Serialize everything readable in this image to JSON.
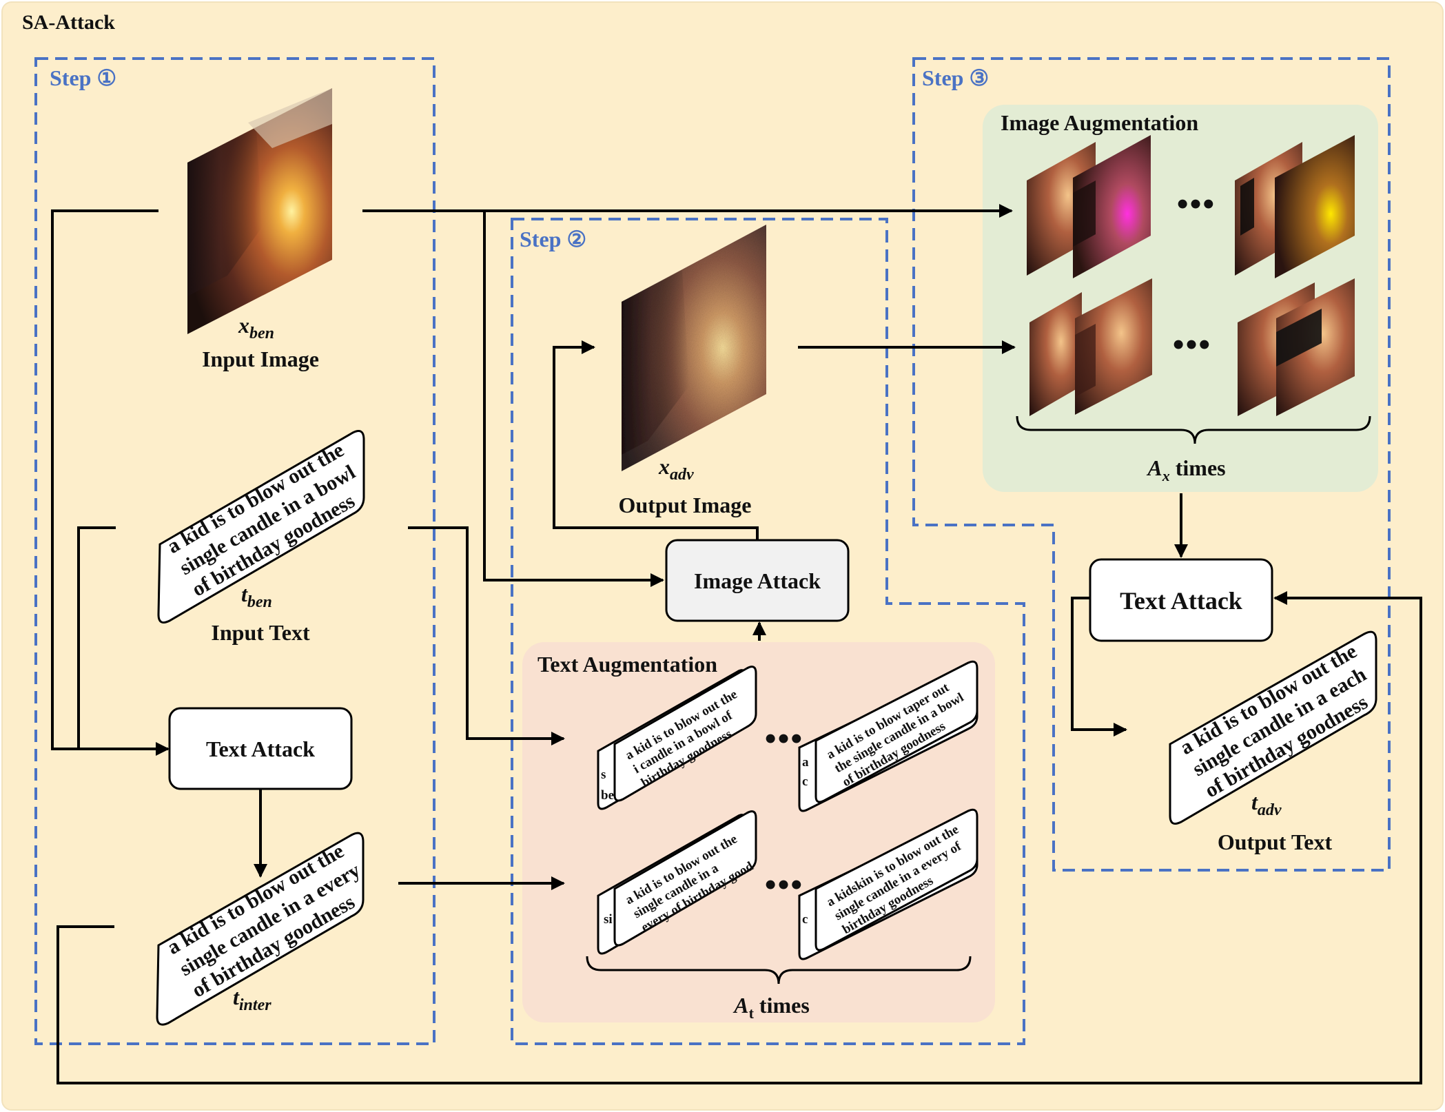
{
  "title": "SA-Attack",
  "steps": {
    "step1": "Step ①",
    "step2": "Step ②",
    "step3": "Step ③"
  },
  "input_image": {
    "var": "x",
    "sub": "ben",
    "label": "Input Image"
  },
  "output_image": {
    "var": "x",
    "sub": "adv",
    "label": "Output Image"
  },
  "input_text": {
    "lines": [
      "a kid is to blow out the",
      "single candle in a bowl",
      "of birthday goodness"
    ],
    "var": "t",
    "sub": "ben",
    "label": "Input Text"
  },
  "inter_text": {
    "lines": [
      "a kid is to blow out the",
      "single candle in a every",
      "of birthday goodness"
    ],
    "var": "t",
    "sub": "inter"
  },
  "output_text": {
    "lines": [
      "a kid is to blow out the",
      "single candle in a each",
      "of birthday goodness"
    ],
    "var": "t",
    "sub": "adv",
    "label": "Output Text"
  },
  "boxes": {
    "text_attack_1": "Text Attack",
    "image_attack": "Image Attack",
    "text_attack_2": "Text Attack"
  },
  "text_augmentation": {
    "title": "Text Augmentation",
    "cards": [
      {
        "lines": [
          "a kid is to blow out the",
          "i candle in a bowl of",
          "birthday goodness"
        ],
        "peek": [
          "s",
          "be"
        ]
      },
      {
        "lines": [
          "a kid is to blow taper out",
          "the single candle in a bowl",
          "of birthday goodness"
        ],
        "peek": [
          "a",
          "c"
        ]
      },
      {
        "lines": [
          "a kid is to blow out the",
          "single candle in a",
          "every of birthday good"
        ],
        "peek": [
          "si",
          ""
        ]
      },
      {
        "lines": [
          "a kidskin is to blow out the",
          "single candle in a every of",
          "birthday goodness"
        ],
        "peek": [
          "c",
          ""
        ]
      }
    ],
    "dots": "•••",
    "count_var": "A",
    "count_sub": "t",
    "count_suffix": " times"
  },
  "image_augmentation": {
    "title": "Image Augmentation",
    "dots": "•••",
    "count_var": "A",
    "count_sub": "x",
    "count_suffix": " times"
  },
  "colors": {
    "background": "#fdeecb",
    "step_dash": "#4a72c4",
    "text_aug_panel": "#f9e1d1",
    "image_aug_panel": "#e3ecd4",
    "image_attack_box": "#f1f1f1"
  }
}
